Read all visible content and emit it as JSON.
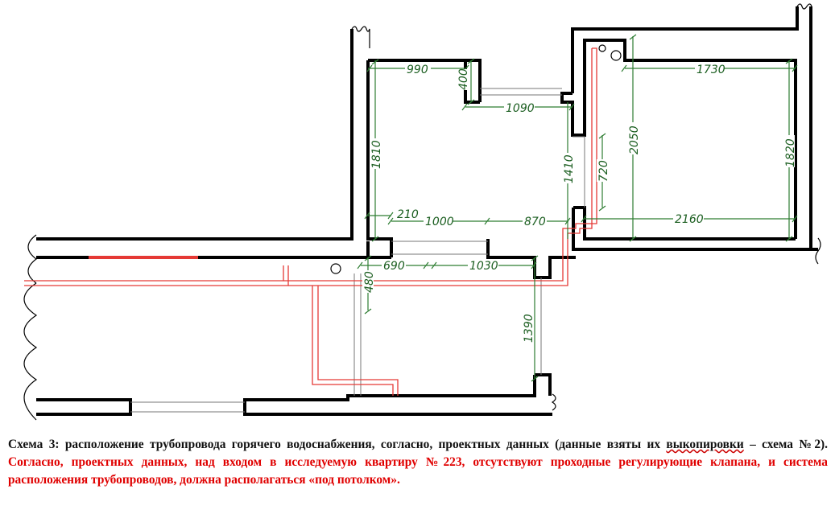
{
  "dimensions": {
    "d990": "990",
    "d400": "400",
    "d1090": "1090",
    "d1810": "1810",
    "d1410": "1410",
    "d720": "720",
    "d2050": "2050",
    "d1730": "1730",
    "d1820": "1820",
    "d210": "210",
    "d1000": "1000",
    "d870": "870",
    "d2160": "2160",
    "d690": "690",
    "d1030": "1030",
    "d480": "480",
    "d1390": "1390"
  },
  "caption": {
    "part1": "Схема 3: расположение трубопровода горячего водоснабжения, согласно, проектных данных (данные взяты их ",
    "squiggly_word": "выкопировки",
    "part2": " – схема №2). ",
    "red_text": "Согласно, проектных данных, над входом в исследуемую квартиру №223, отсутствуют проходные регулирующие клапана, и система расположения трубопроводов, должна располагаться «под потолком»."
  },
  "colors": {
    "walls": "#000000",
    "dimensions": "#2e7d32",
    "pipe": "#e53935",
    "caption_highlight": "#e00000"
  }
}
